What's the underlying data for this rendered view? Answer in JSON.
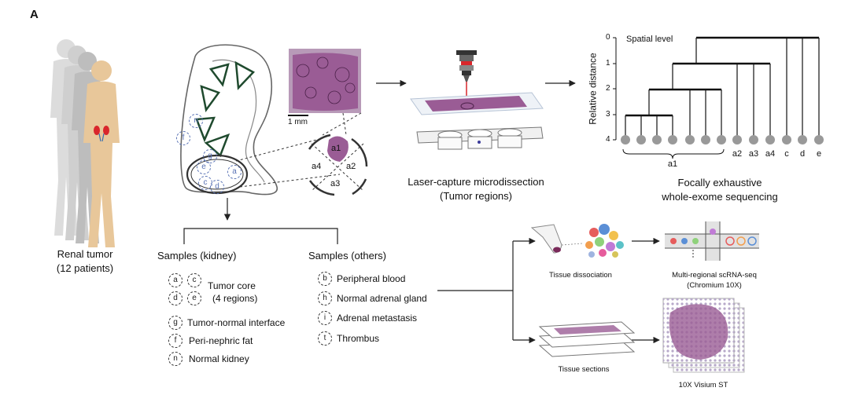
{
  "panel_label": "A",
  "patients": {
    "title": "Renal tumor",
    "count": "(12 patients)"
  },
  "he_scale": "1 mm",
  "wedge_labels": [
    "a1",
    "a2",
    "a3",
    "a4"
  ],
  "kidney_badges": [
    "f",
    "n",
    "g",
    "e",
    "a",
    "c",
    "d"
  ],
  "lcm": {
    "line1": "Laser-capture microdissection",
    "line2": "(Tumor regions)"
  },
  "tree": {
    "legend": "Spatial level",
    "ylabel": "Relative distance",
    "yticks": [
      "0",
      "1",
      "2",
      "3",
      "4"
    ],
    "leaves": [
      "a2",
      "a3",
      "a4",
      "c",
      "d",
      "e"
    ],
    "bracket_label": "a1"
  },
  "wes": {
    "line1": "Focally exhaustive",
    "line2": "whole-exome sequencing"
  },
  "samples_kidney": {
    "heading": "Samples (kidney)",
    "core_badges": [
      "a",
      "c",
      "d",
      "e"
    ],
    "core_line1": "Tumor core",
    "core_line2": "(4 regions)",
    "items": [
      {
        "badge": "g",
        "label": "Tumor-normal interface"
      },
      {
        "badge": "f",
        "label": "Peri-nephric fat"
      },
      {
        "badge": "n",
        "label": "Normal kidney"
      }
    ]
  },
  "samples_others": {
    "heading": "Samples (others)",
    "items": [
      {
        "badge": "b",
        "label": "Peripheral blood"
      },
      {
        "badge": "h",
        "label": "Normal adrenal gland"
      },
      {
        "badge": "i",
        "label": "Adrenal metastasis"
      },
      {
        "badge": "t",
        "label": "Thrombus"
      }
    ]
  },
  "dissociation": {
    "label": "Tissue dissociation"
  },
  "scrna": {
    "line1": "Multi-regional scRNA-seq",
    "line2": "(Chromium 10X)"
  },
  "sections": {
    "label": "Tissue sections"
  },
  "visium": {
    "label": "10X Visium ST"
  },
  "colors": {
    "kidney_green": "#1f4a2e",
    "tissue_purple": "#9a5c95",
    "body_tan": "#e8c79a",
    "badge_blue": "#5a73b5",
    "laser_red": "#d9262b"
  }
}
